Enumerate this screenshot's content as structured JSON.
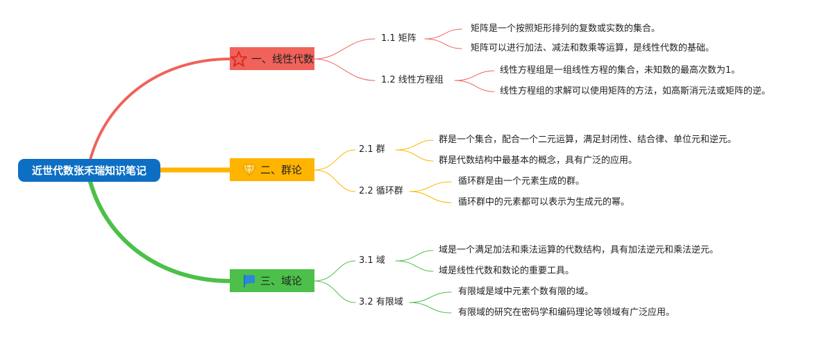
{
  "root": {
    "label": "近世代数张禾瑞知识笔记",
    "color": "#0d6fc4"
  },
  "branches": [
    {
      "label": "一、线性代数",
      "icon": "star-icon",
      "color": "#f0625a",
      "subs": [
        {
          "label": "1.1 矩阵",
          "leaves": [
            "矩阵是一个按照矩形排列的复数或实数的集合。",
            "矩阵可以进行加法、减法和数乘等运算，是线性代数的基础。"
          ]
        },
        {
          "label": "1.2 线性方程组",
          "leaves": [
            "线性方程组是一组线性方程的集合，未知数的最高次数为1。",
            "线性方程组的求解可以使用矩阵的方法，如高斯消元法或矩阵的逆。"
          ]
        }
      ]
    },
    {
      "label": "二、群论",
      "icon": "diamond-icon",
      "color": "#ffb400",
      "subs": [
        {
          "label": "2.1 群",
          "leaves": [
            "群是一个集合，配合一个二元运算，满足封闭性、结合律、单位元和逆元。",
            "群是代数结构中最基本的概念，具有广泛的应用。"
          ]
        },
        {
          "label": "2.2 循环群",
          "leaves": [
            "循环群是由一个元素生成的群。",
            "循环群中的元素都可以表示为生成元的幂。"
          ]
        }
      ]
    },
    {
      "label": "三、域论",
      "icon": "flag-icon",
      "color": "#4cc04a",
      "subs": [
        {
          "label": "3.1 域",
          "leaves": [
            "域是一个满足加法和乘法运算的代数结构，具有加法逆元和乘法逆元。",
            "域是线性代数和数论的重要工具。"
          ]
        },
        {
          "label": "3.2 有限域",
          "leaves": [
            "有限域是域中元素个数有限的域。",
            "有限域的研究在密码学和编码理论等领域有广泛应用。"
          ]
        }
      ]
    }
  ]
}
